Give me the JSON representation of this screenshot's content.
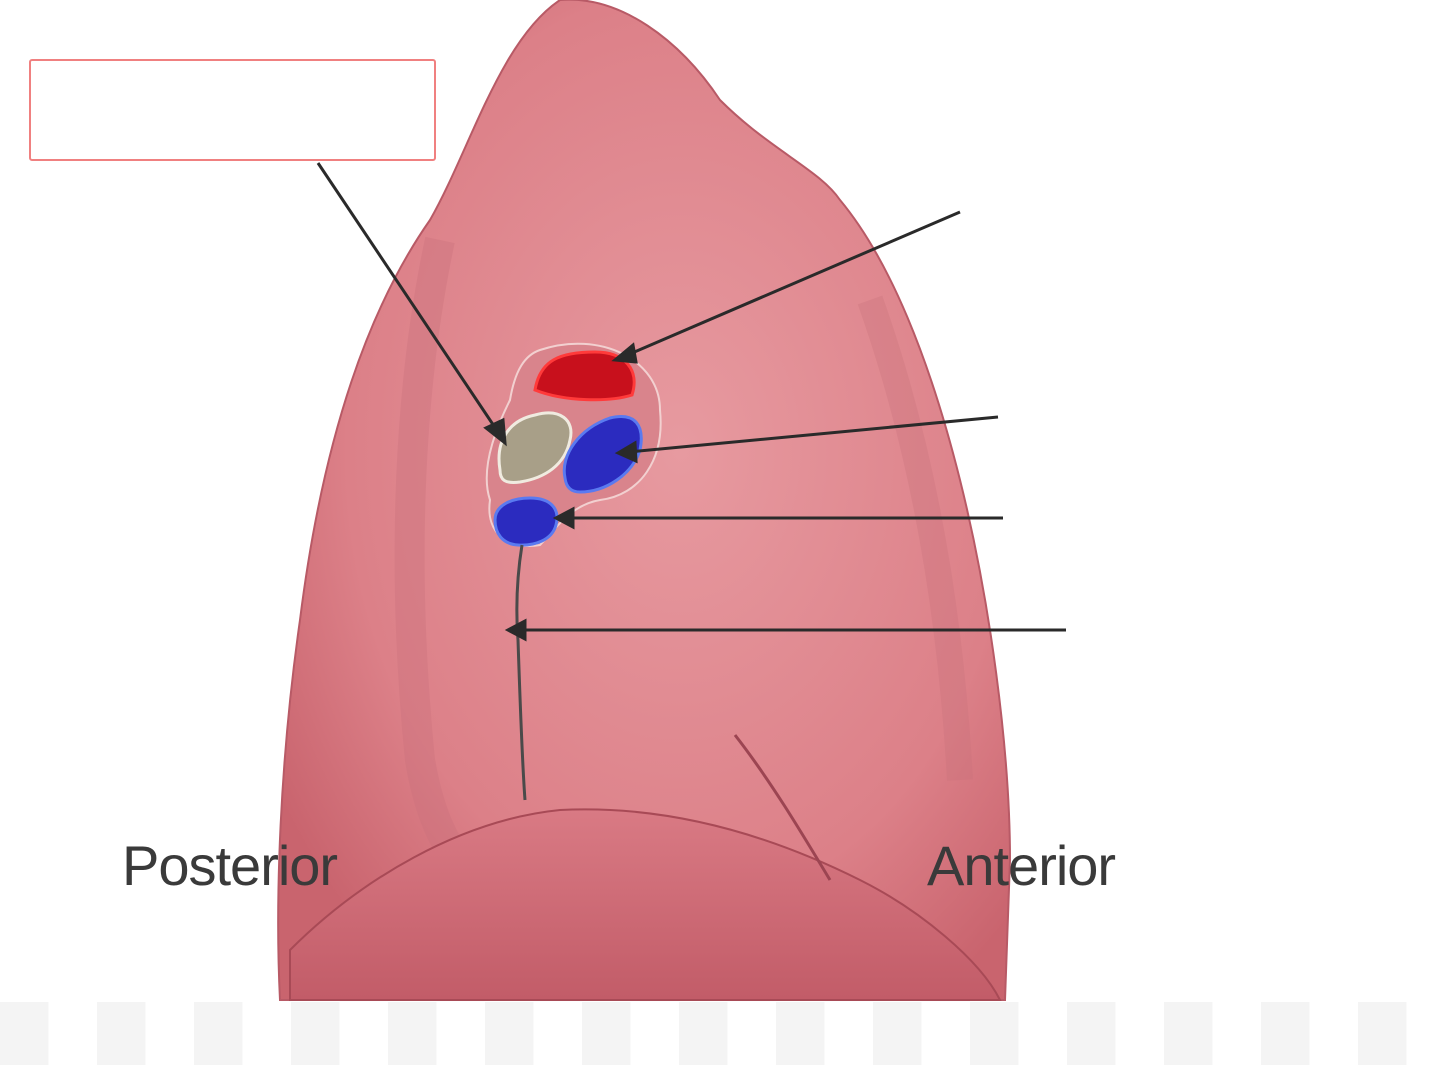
{
  "diagram": {
    "subject": "Lung medial view (hilum)",
    "orientation_labels": {
      "posterior": "Posterior",
      "anterior": "Anterior"
    },
    "label_box": {
      "text": ""
    },
    "structures": [
      {
        "name": "pulmonary-artery",
        "color": "#c8101c"
      },
      {
        "name": "main-bronchus",
        "color": "#a89f88"
      },
      {
        "name": "superior-pulmonary-vein",
        "color": "#2b2bbf"
      },
      {
        "name": "inferior-pulmonary-vein",
        "color": "#2b2bbf"
      },
      {
        "name": "pulmonary-ligament",
        "color": "#555555"
      }
    ],
    "colors": {
      "lung": "#e0848c",
      "lung_shade": "#c8606c",
      "label_border": "#f08080",
      "arrow": "#2a2a2a"
    }
  }
}
